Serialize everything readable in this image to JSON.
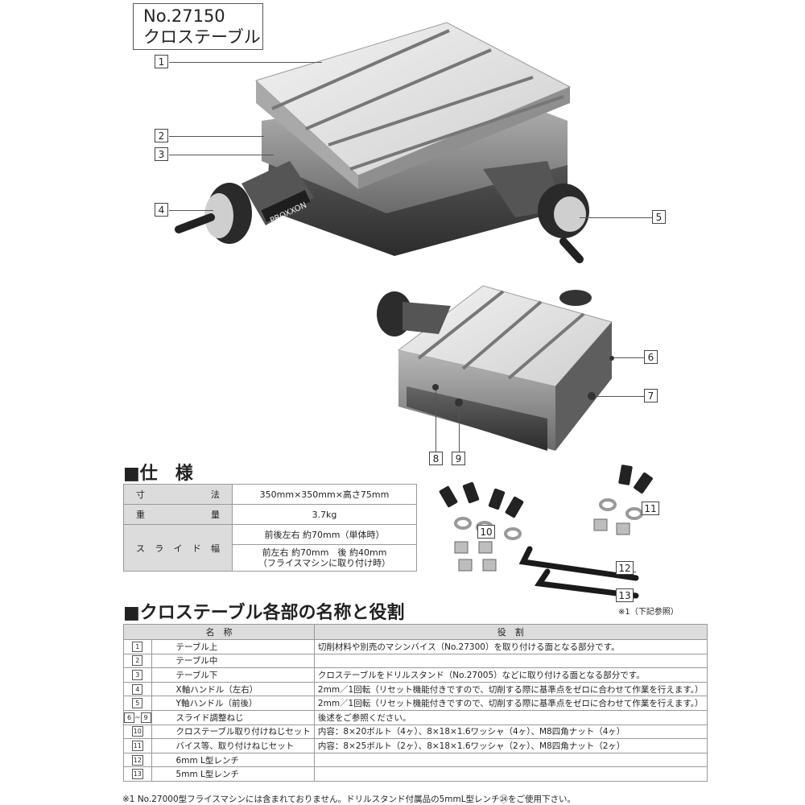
{
  "product": {
    "number": "No.27150",
    "name": "クロステーブル",
    "brand_mark": "PROXXON"
  },
  "callouts": [
    "1",
    "2",
    "3",
    "4",
    "5",
    "6",
    "7",
    "8",
    "9",
    "10",
    "11",
    "12",
    "13"
  ],
  "spec": {
    "heading": "■仕　様",
    "rows": [
      {
        "key": "寸法",
        "values": [
          "350mm×350mm×高さ75mm"
        ]
      },
      {
        "key": "重量",
        "values": [
          "3.7kg"
        ]
      },
      {
        "key": "スライド幅",
        "values": [
          "前後左右 約70mm（単体時）",
          "前左右 約70mm　後 約40mm",
          "（フライスマシンに取り付け時）"
        ]
      }
    ]
  },
  "note_ref": "※1（下記参照）",
  "parts": {
    "heading": "■クロステーブル各部の名称と役割",
    "col_name": "名　称",
    "col_role": "役　割",
    "rows": [
      {
        "no": "1",
        "name": "テーブル上",
        "role": "切削材料や別売のマシンバイス（No.27300）を取り付ける面となる部分です。"
      },
      {
        "no": "2",
        "name": "テーブル中",
        "role": ""
      },
      {
        "no": "3",
        "name": "テーブル下",
        "role": "クロステーブルをドリルスタンド（No.27005）などに取り付ける面となる部分です。"
      },
      {
        "no": "4",
        "name": "X軸ハンドル（左右）",
        "role": "2mm／1回転（リセット機能付きですので、切削する際に基準点をゼロに合わせて作業を行えます。）"
      },
      {
        "no": "5",
        "name": "Y軸ハンドル（前後）",
        "role": "2mm／1回転（リセット機能付きですので、切削する際に基準点をゼロに合わせて作業を行えます。）"
      },
      {
        "no": "6",
        "no_to": "9",
        "name": "スライド調整ねじ",
        "role": "後述をご参照ください。"
      },
      {
        "no": "10",
        "name": "クロステーブル取り付けねじセット",
        "role": "内容：8×20ボルト（4ヶ）、8×18×1.6ワッシャ（4ヶ）、M8四角ナット（4ヶ）"
      },
      {
        "no": "11",
        "name": "バイス等、取り付けねじセット",
        "role": "内容：8×25ボルト（2ヶ）、8×18×1.6ワッシャ（2ヶ）、M8四角ナット（2ヶ）"
      },
      {
        "no": "12",
        "name": "6mm L型レンチ",
        "role": ""
      },
      {
        "no": "13",
        "name": "5mm L型レンチ",
        "role": ""
      }
    ]
  },
  "footnote": "※1 No.27000型フライスマシンには含まれておりません。ドリルスタンド付属品の5mmL型レンチ㉔をご使用下さい。"
}
